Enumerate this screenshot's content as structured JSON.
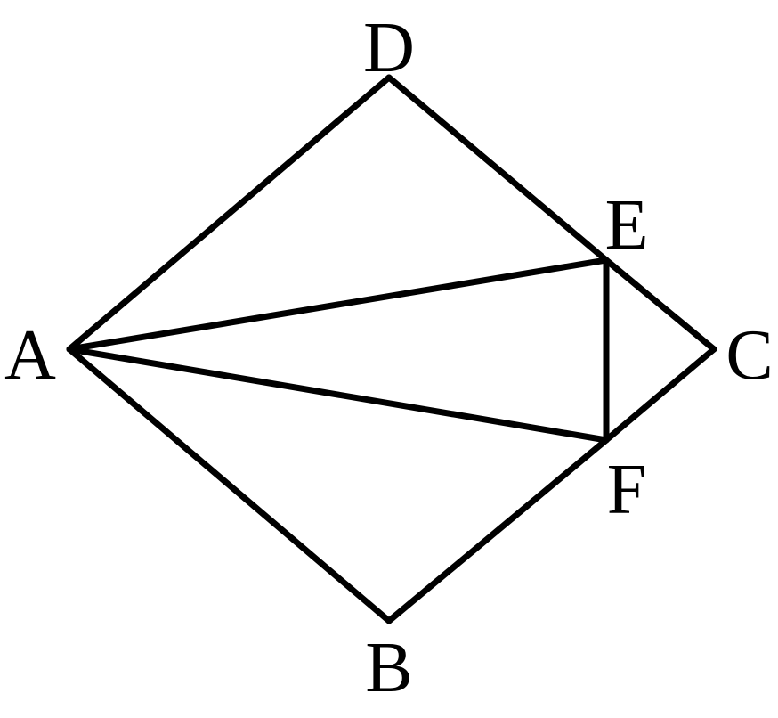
{
  "figure": {
    "labels": {
      "A": "A",
      "B": "B",
      "C": "C",
      "D": "D",
      "E": "E",
      "F": "F"
    },
    "edges": [
      [
        "A",
        "D"
      ],
      [
        "D",
        "E"
      ],
      [
        "E",
        "C"
      ],
      [
        "C",
        "F"
      ],
      [
        "F",
        "B"
      ],
      [
        "B",
        "A"
      ],
      [
        "A",
        "E"
      ],
      [
        "A",
        "F"
      ],
      [
        "E",
        "F"
      ]
    ],
    "colors": {
      "stroke": "#000000",
      "background": "#ffffff"
    }
  }
}
